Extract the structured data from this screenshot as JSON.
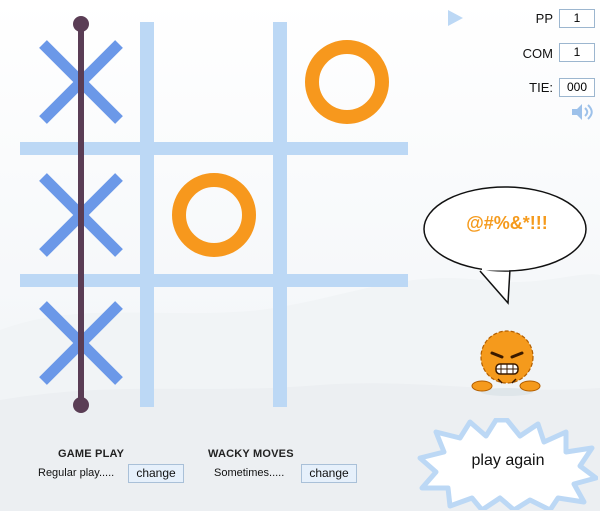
{
  "board": {
    "cells": [
      "X",
      "",
      "O",
      "X",
      "O",
      "",
      "X",
      "",
      ""
    ],
    "win_line": "left column"
  },
  "score": {
    "player_label": "PP",
    "player_value": "1",
    "computer_label": "COM",
    "computer_value": "1",
    "tie_label": "TIE:",
    "tie_value": "000"
  },
  "opponent": {
    "speech": "@#%&*!!!"
  },
  "game_play": {
    "title": "GAME PLAY",
    "value": "Regular play.....",
    "button": "change"
  },
  "wacky_moves": {
    "title": "WACKY MOVES",
    "value": "Sometimes.....",
    "button": "change"
  },
  "play_again": "play again",
  "colors": {
    "grid": "#bcd8f5",
    "x_mark": "#6b98e8",
    "o_mark": "#f7981d",
    "win_line": "#5a3d55",
    "character": "#f59a1c"
  },
  "icons": [
    "play-icon",
    "sound-icon"
  ]
}
